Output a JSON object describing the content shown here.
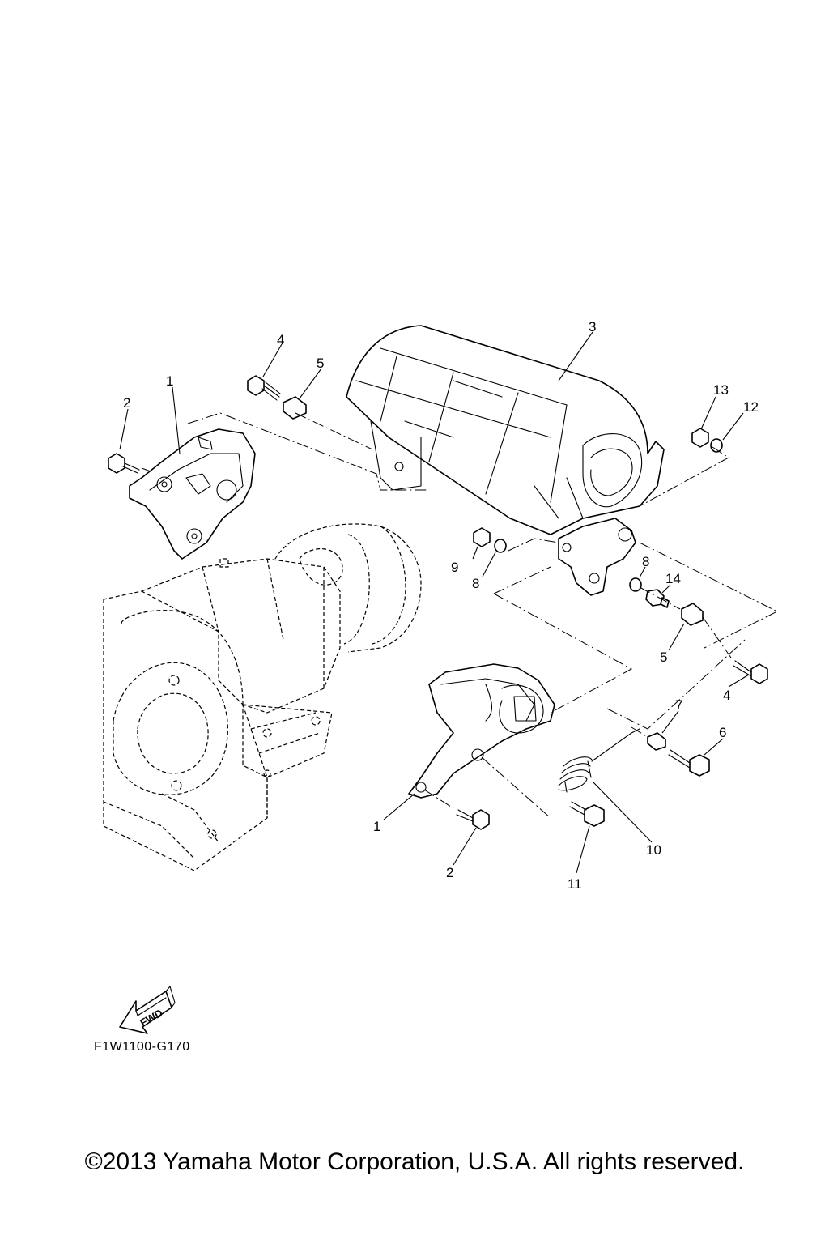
{
  "diagram": {
    "code": "F1W1100-G170",
    "fwd_label": "FWD",
    "copyright": "©2013 Yamaha Motor Corporation, U.S.A. All rights reserved.",
    "callouts": {
      "c1a": "1",
      "c2a": "2",
      "c3": "3",
      "c4a": "4",
      "c5a": "5",
      "c13": "13",
      "c12": "12",
      "c9": "9",
      "c8a": "8",
      "c8b": "8",
      "c14": "14",
      "c5b": "5",
      "c4b": "4",
      "c7": "7",
      "c6": "6",
      "c1b": "1",
      "c2b": "2",
      "c10": "10",
      "c11": "11"
    }
  }
}
